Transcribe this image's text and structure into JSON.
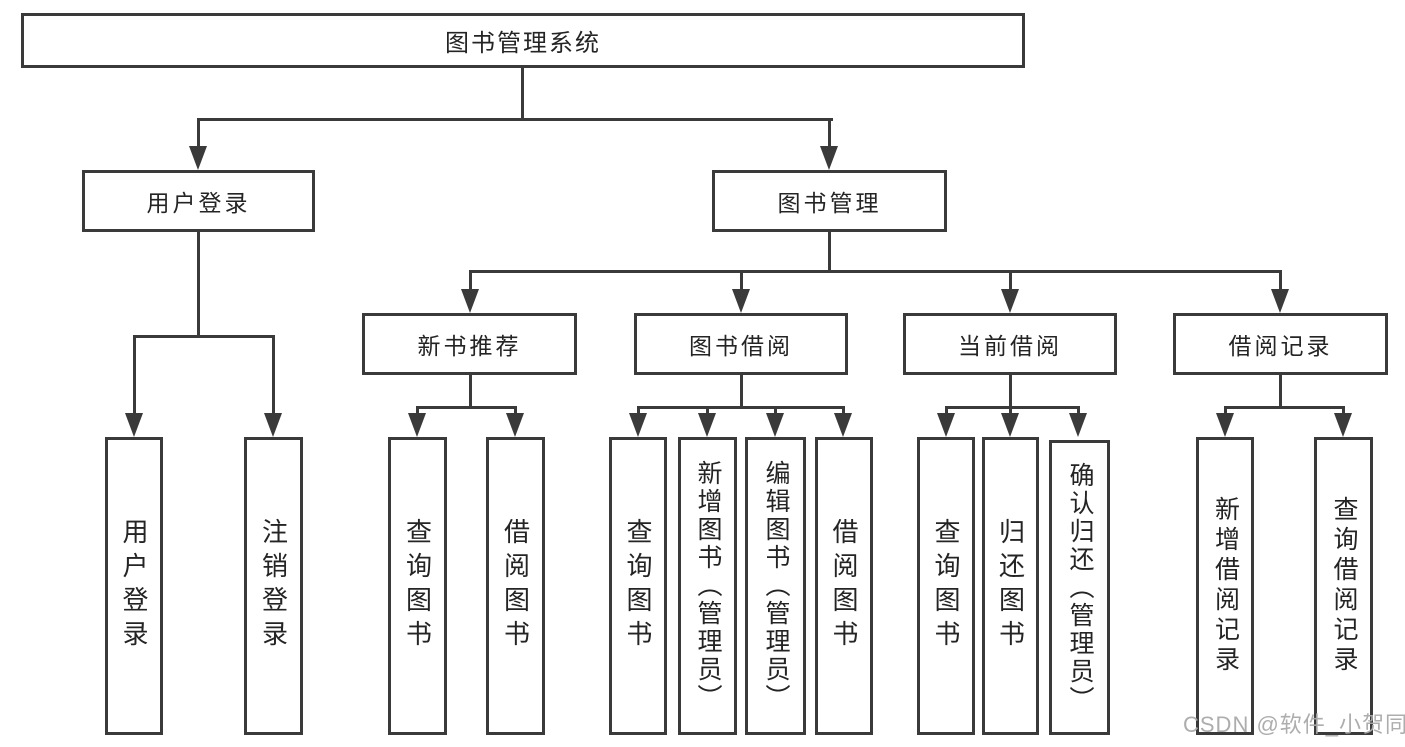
{
  "title": "图书管理系统",
  "colors": {
    "line": "#3a3a3a",
    "text": "#242424",
    "background": "#ffffff",
    "watermark": "#a9a9a9"
  },
  "tree": {
    "root": {
      "label": "图书管理系统",
      "children": [
        {
          "label": "用户登录",
          "children": [
            {
              "label": "用户登录"
            },
            {
              "label": "注销登录"
            }
          ]
        },
        {
          "label": "图书管理",
          "children": [
            {
              "label": "新书推荐",
              "children": [
                {
                  "label": "查询图书"
                },
                {
                  "label": "借阅图书"
                }
              ]
            },
            {
              "label": "图书借阅",
              "children": [
                {
                  "label": "查询图书"
                },
                {
                  "label": "新增图书（管理员）"
                },
                {
                  "label": "编辑图书（管理员）"
                },
                {
                  "label": "借阅图书"
                }
              ]
            },
            {
              "label": "当前借阅",
              "children": [
                {
                  "label": "查询图书"
                },
                {
                  "label": "归还图书"
                },
                {
                  "label": "确认归还（管理员）"
                }
              ]
            },
            {
              "label": "借阅记录",
              "children": [
                {
                  "label": "新增借阅记录"
                },
                {
                  "label": "查询借阅记录"
                }
              ]
            }
          ]
        }
      ]
    }
  },
  "watermark": {
    "text": "CSDN @软件_小贺同学"
  }
}
